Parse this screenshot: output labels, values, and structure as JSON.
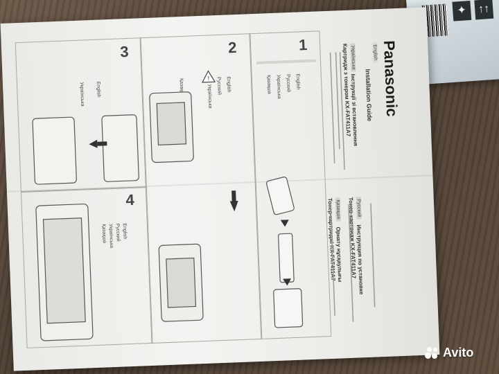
{
  "brand": "Panasonic",
  "header": {
    "language_tag": "English",
    "guide_title": "Installation Guide",
    "subtitle_uk": "Інструкції зі встановлення",
    "subtitle_ru": "Инструкция по установке",
    "model_uk": "Картридж з тонером KX-FAT411A7",
    "model_ru": "Тонер-картридж KX-FAT411A7",
    "model_kk": "Тонер-картриджі KX-FAT411A7",
    "lang_ru": "Русский",
    "lang_kk": "Қазақша",
    "lang_uk": "Українська",
    "subtitle_kk": "Орнату нұсқаулығы"
  },
  "steps": {
    "s1": {
      "num": "1",
      "en": "English",
      "ru": "Русский",
      "uk": "Українська",
      "kk": "Қазақша"
    },
    "s2": {
      "num": "2",
      "en": "English",
      "ru": "Русский",
      "uk": "Українська",
      "kk": "Қазақша"
    },
    "s3": {
      "num": "3",
      "en": "English",
      "uk": "Українська"
    },
    "s4": {
      "num": "4",
      "en": "English",
      "ru": "Русский",
      "uk": "Українська",
      "kk": "Қазақша"
    }
  },
  "watermark": "Avito",
  "colors": {
    "paper": "#efefec",
    "ink": "#444444",
    "wood": "#5b4a3c"
  }
}
